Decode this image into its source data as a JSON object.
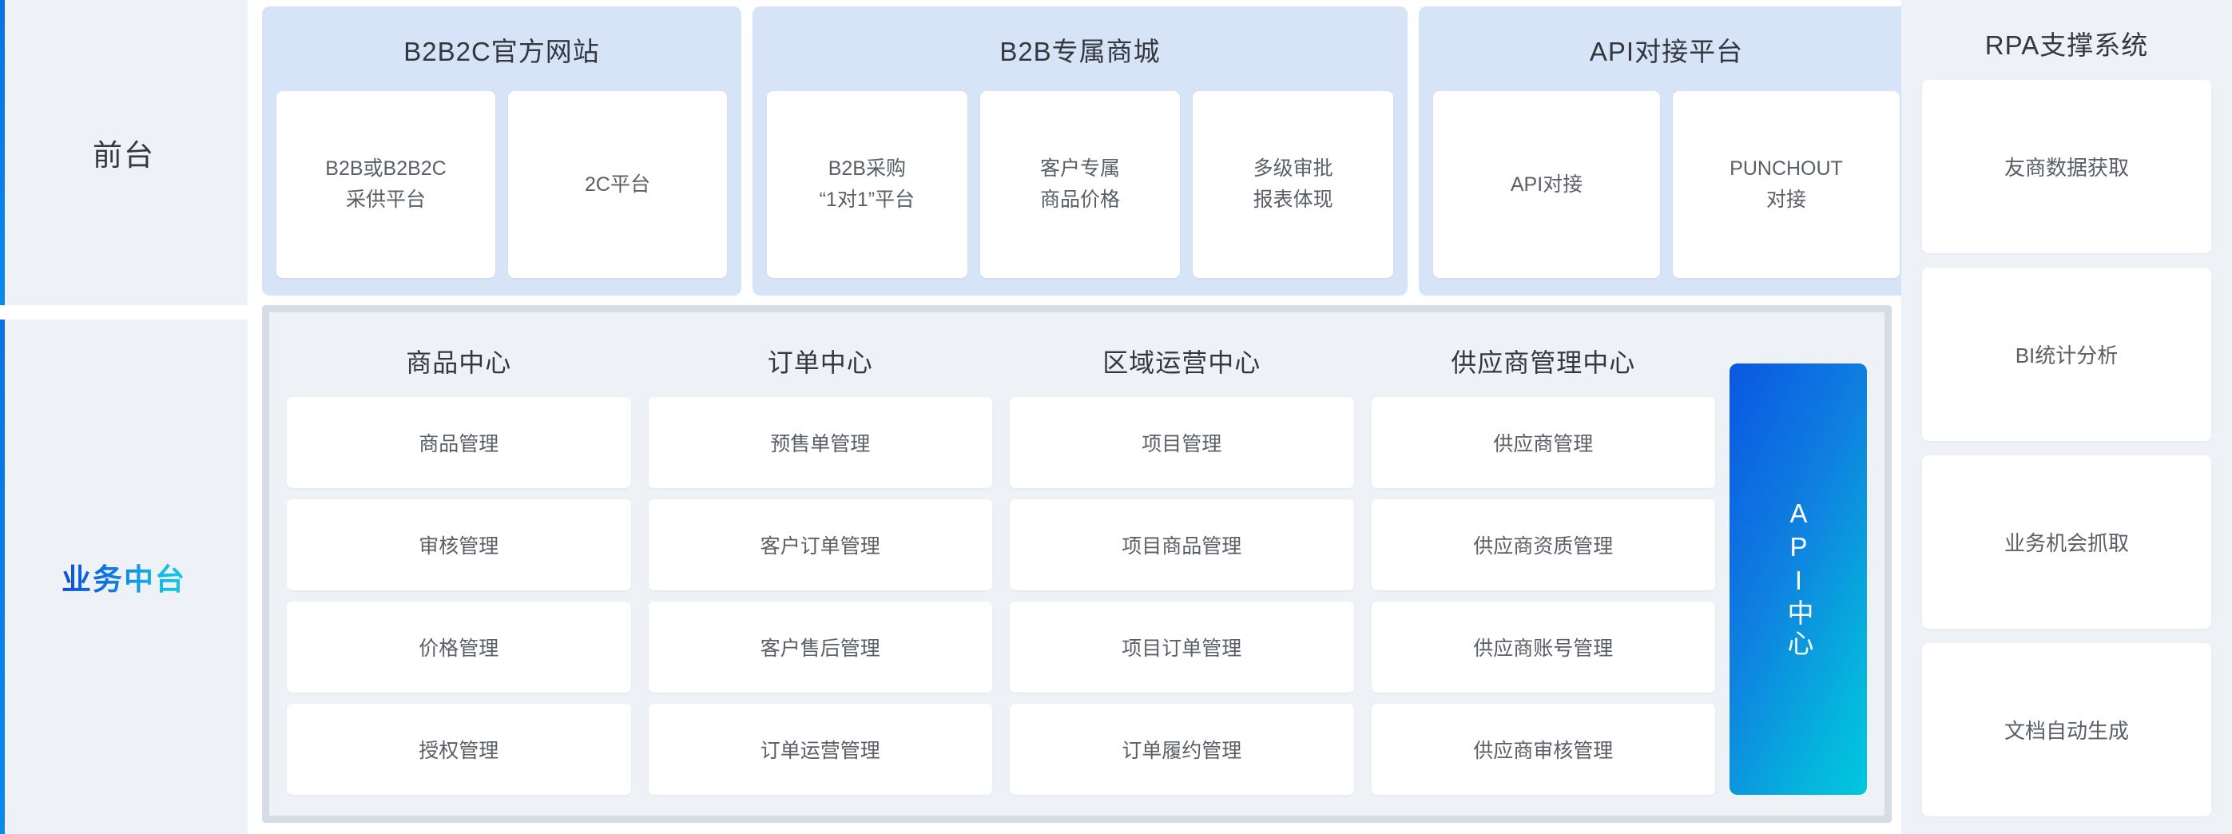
{
  "rail": {
    "front_label": "前台",
    "mid_label": "业务中台",
    "accent_from": "#0a72e0",
    "accent_to": "#0b8ae8"
  },
  "front": {
    "groups": [
      {
        "title": "B2B2C官方网站",
        "cards": [
          {
            "line1": "B2B或B2B2C",
            "line2": "采供平台"
          },
          {
            "line1": "2C平台",
            "line2": ""
          }
        ]
      },
      {
        "title": "B2B专属商城",
        "cards": [
          {
            "line1": "B2B采购",
            "line2": "“1对1”平台"
          },
          {
            "line1": "客户专属",
            "line2": "商品价格"
          },
          {
            "line1": "多级审批",
            "line2": "报表体现"
          }
        ]
      },
      {
        "title": "API对接平台",
        "cards": [
          {
            "line1": "API对接",
            "line2": ""
          },
          {
            "line1": "PUNCHOUT",
            "line2": "对接"
          }
        ]
      }
    ]
  },
  "mid": {
    "columns": [
      {
        "title": "商品中心",
        "items": [
          "商品管理",
          "审核管理",
          "价格管理",
          "授权管理"
        ]
      },
      {
        "title": "订单中心",
        "items": [
          "预售单管理",
          "客户订单管理",
          "客户售后管理",
          "订单运营管理"
        ]
      },
      {
        "title": "区域运营中心",
        "items": [
          "项目管理",
          "项目商品管理",
          "项目订单管理",
          "订单履约管理"
        ]
      },
      {
        "title": "供应商管理中心",
        "items": [
          "供应商管理",
          "供应商资质管理",
          "供应商账号管理",
          "供应商审核管理"
        ]
      }
    ],
    "api_center": {
      "label": "API中心",
      "gradient_from": "#0a57e2",
      "gradient_to": "#00c8df"
    }
  },
  "rpa": {
    "title": "RPA支撑系统",
    "items": [
      "友商数据获取",
      "BI统计分析",
      "业务机会抓取",
      "文档自动生成"
    ]
  }
}
